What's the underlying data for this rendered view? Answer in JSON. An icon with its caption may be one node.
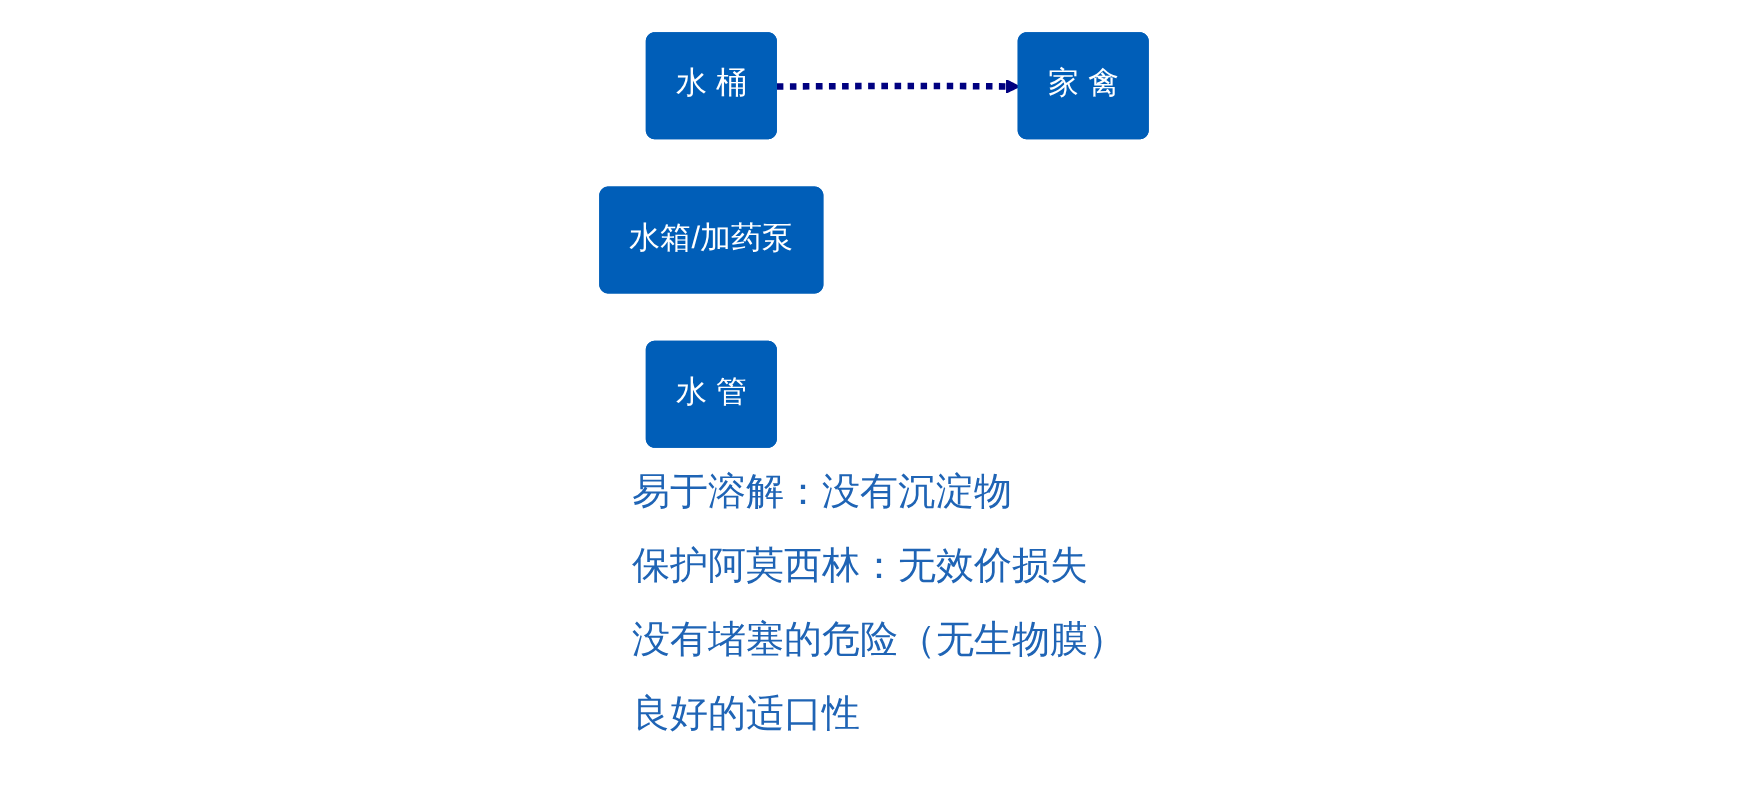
{
  "diagram": {
    "nodes": [
      {
        "text": [
          "水 桶"
        ]
      },
      {
        "text": [
          "水箱/加药泵"
        ]
      },
      {
        "text": [
          "水 管"
        ]
      },
      {
        "text": [
          "家 禽"
        ]
      }
    ],
    "edges": [
      {
        "from": 0,
        "to": 3,
        "arrow": "to",
        "style": "dashed",
        "color": "#000080"
      }
    ],
    "labels": [
      "易于溶解：没有沉淀物",
      "保护阿莫西林：无效价损失",
      "没有堵塞的危险（无生物膜）",
      "良好的适口性"
    ]
  }
}
